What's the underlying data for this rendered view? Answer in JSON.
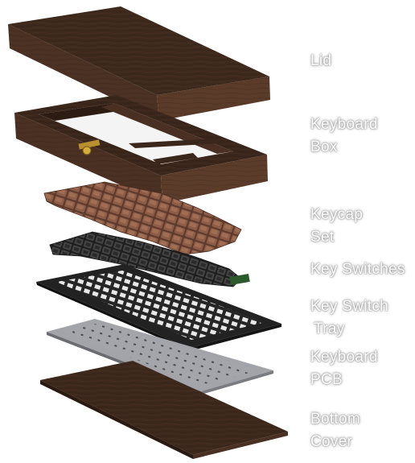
{
  "labels": {
    "lid": "Lid",
    "keyboard_box": [
      "Keyboard",
      "Box"
    ],
    "keycap_set": [
      "Keycap",
      "Set"
    ],
    "key_switches": "Key Switches",
    "key_switch_tray": [
      "Key Switch",
      "Tray"
    ],
    "keyboard_pcb": [
      "Keyboard",
      "PCB"
    ],
    "bottom_cover": [
      "Bottom",
      "Cover"
    ]
  },
  "colors": {
    "wood_top": "#3f2a1e",
    "wood_side": "#4a3022",
    "wood_dark": "#2b1a12",
    "keycap": "#8a5a44",
    "switch": "#3a3a3a",
    "tray": "#2a2a2a",
    "pcb": "#9a9ca2",
    "brass": "#c8a030"
  }
}
